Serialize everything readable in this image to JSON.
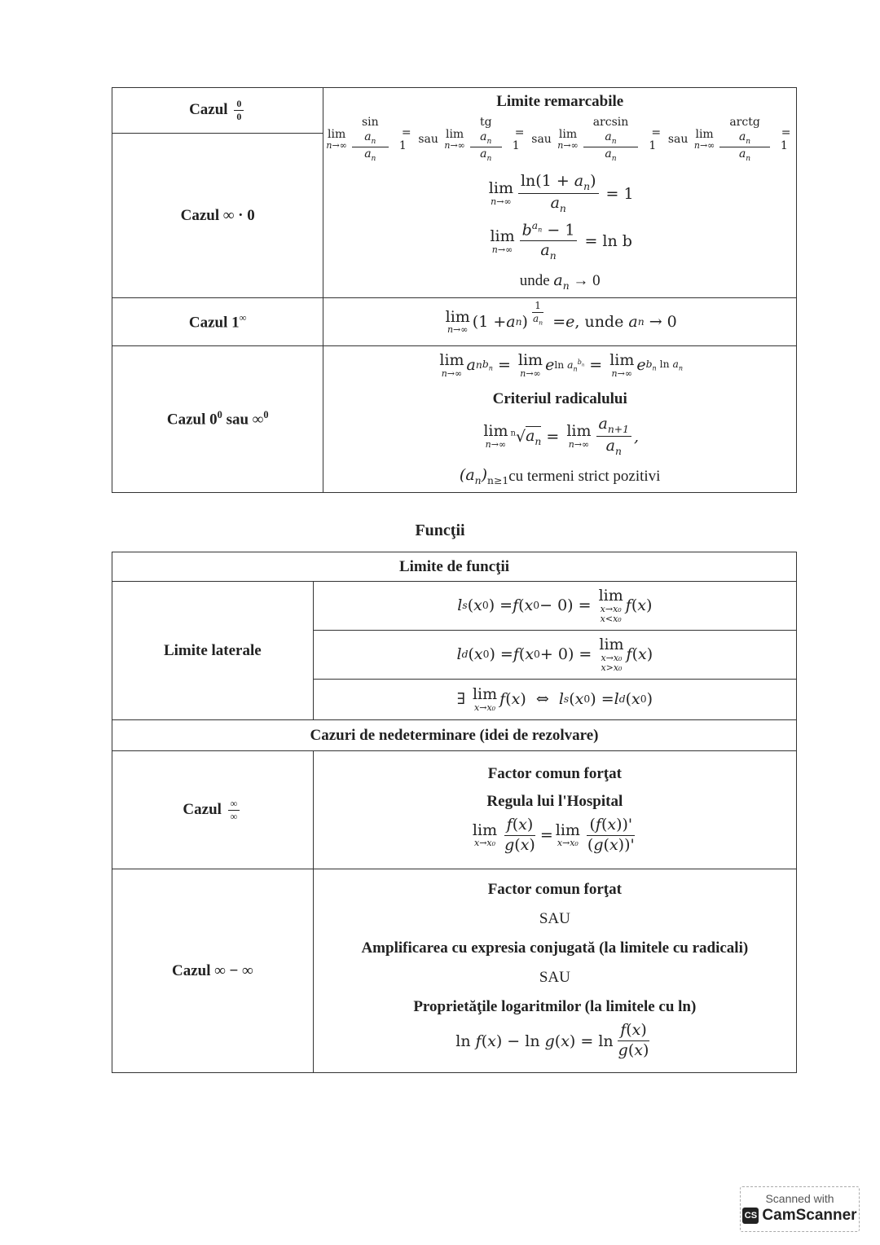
{
  "table1": {
    "rows": [
      {
        "left": "Cazul",
        "left_frac_num": "0",
        "left_frac_den": "0",
        "right_header": "Limite remarcabile"
      },
      {
        "left": "Cazul ∞ · 0",
        "note": "unde"
      },
      {
        "left": "Cazul 1",
        "left_sup": "∞",
        "text": ", unde"
      },
      {
        "left": "Cazul 0",
        "left_sup": "0",
        "left_mid": " sau ∞",
        "left_sup2": "0",
        "criterion": "Criteriul radicalului",
        "note": "cu termeni strict pozitivi"
      }
    ],
    "sau": "sau",
    "lim_word": "lim",
    "lim_sub": "n→∞",
    "ln_b": "ln b"
  },
  "section_title": "Funcţii",
  "table2": {
    "header": "Limite de funcţii",
    "lateral_label": "Limite laterale",
    "lim_sub": "x→x₀",
    "sub_lt": "x<x₀",
    "sub_gt": "x>x₀",
    "cases_header": "Cazuri de nedeterminare (idei de rezolvare)",
    "case1": {
      "label": "Cazul",
      "label_frac": "∞",
      "line1": "Factor comun forţat",
      "line2": "Regula lui l'Hospital"
    },
    "case2": {
      "label": "Cazul ∞ − ∞",
      "line1": "Factor comun forţat",
      "line2": "SAU",
      "line3": "Amplificarea cu expresia conjugată (la limitele cu radicali)",
      "line4": "SAU",
      "line5": "Proprietăţile logaritmilor (la limitele cu ln)"
    }
  },
  "scanner": {
    "top": "Scanned with",
    "bottom": "CamScanner",
    "logo": "CS"
  }
}
